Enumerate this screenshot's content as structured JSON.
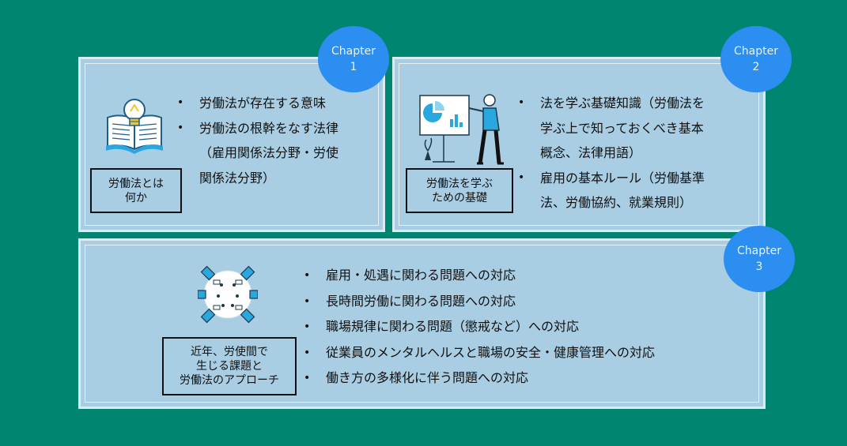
{
  "chapter1": {
    "badge_word": "Chapter",
    "badge_num": "1",
    "label_line1": "労働法とは",
    "label_line2": "何か",
    "items": [
      "労働法が存在する意味",
      "労働法の根幹をなす法律",
      "（雇用関係法分野・労使",
      "関係法分野）"
    ],
    "icon": "book-lightbulb-icon"
  },
  "chapter2": {
    "badge_word": "Chapter",
    "badge_num": "2",
    "label_line1": "労働法を学ぶ",
    "label_line2": "ための基礎",
    "items": [
      "法を学ぶ基礎知識（労働法を",
      "学ぶ上で知っておくべき基本",
      "概念、法律用語）",
      "雇用の基本ルール（労働基準",
      "法、労働協約、就業規則）"
    ],
    "icon": "presenter-whiteboard-icon"
  },
  "chapter3": {
    "badge_word": "Chapter",
    "badge_num": "3",
    "label_line1": "近年、労使間で",
    "label_line2": "生じる課題と",
    "label_line3": "労働法のアプローチ",
    "items": [
      "雇用・処遇に関わる問題への対応",
      "長時間労働に関わる問題への対応",
      "職場規律に関わる問題（懲戒など）への対応",
      "従業員のメンタルヘルスと職場の安全・健康管理への対応",
      "働き方の多様化に伴う問題への対応"
    ],
    "icon": "meeting-table-icon"
  },
  "colors": {
    "background": "#008571",
    "card": "#a9cde2",
    "badge": "#2b8ef0"
  }
}
